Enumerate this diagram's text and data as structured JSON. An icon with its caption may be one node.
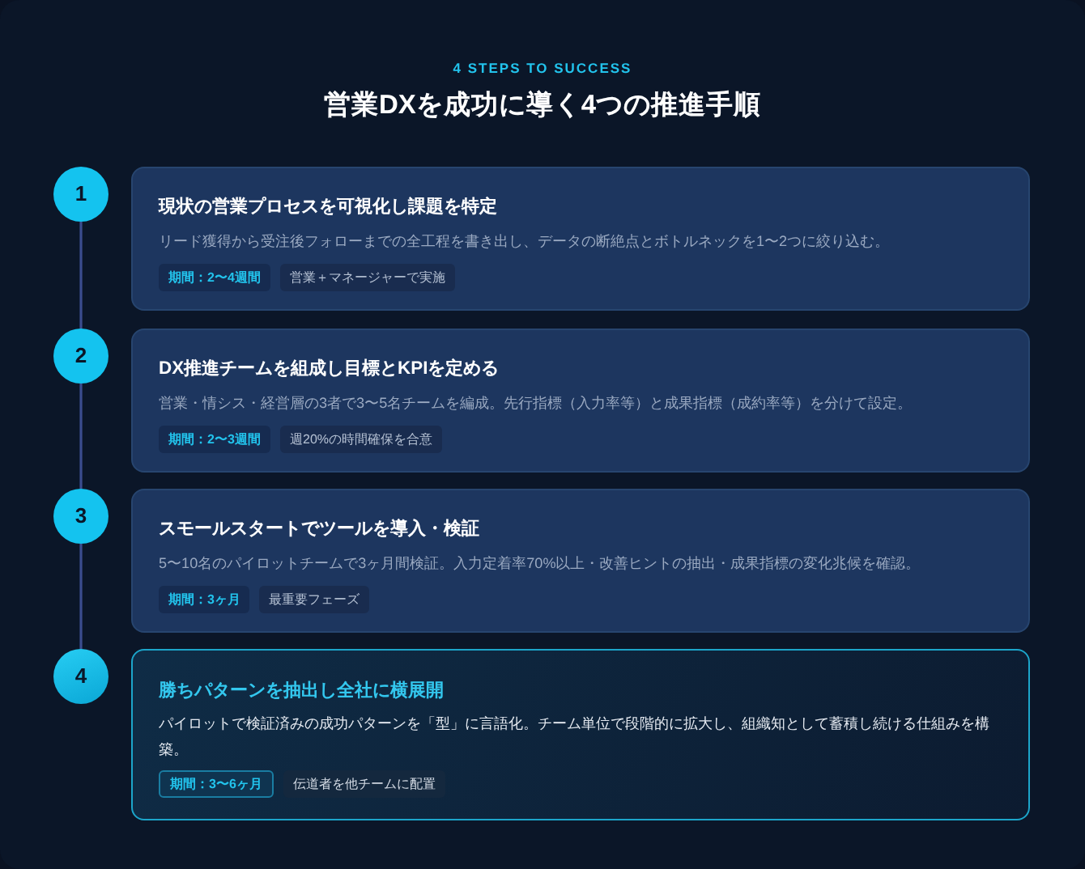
{
  "diagram": {
    "title": "営業DXを成功に導く4つの推進手順",
    "nodes": [
      {
        "text": [
          "1"
        ]
      },
      {
        "text": [
          "現状の営業プロセスを可視化し課題を特定",
          "リード獲得から受注後フォローまでの全工程を書き出し、データの断絶点とボトルネックを1〜2つに絞り込む。"
        ]
      },
      {
        "text": [
          "期間：2〜4週間"
        ],
        "in": 1
      },
      {
        "text": [
          "営業＋マネージャーで実施"
        ],
        "in": 1
      },
      {
        "text": [
          "2"
        ]
      },
      {
        "text": [
          "DX推進チームを組成し目標とKPIを定める",
          "営業・情シス・経営層の3者で3〜5名チームを編成。先行指標（入力率等）と成果指標（成約率等）を分けて設定。"
        ]
      },
      {
        "text": [
          "期間：2〜3週間"
        ],
        "in": 5
      },
      {
        "text": [
          "週20%の時間確保を合意"
        ],
        "in": 5
      },
      {
        "text": [
          "3"
        ]
      },
      {
        "text": [
          "スモールスタートでツールを導入・検証",
          "5〜10名のパイロットチームで3ヶ月間検証。入力定着率70%以上・改善ヒントの抽出・成果指標の変化兆候を確認。"
        ]
      },
      {
        "text": [
          "期間：3ヶ月"
        ],
        "in": 9
      },
      {
        "text": [
          "最重要フェーズ"
        ],
        "in": 9
      },
      {
        "text": [
          "4"
        ]
      },
      {
        "text": [
          "勝ちパターンを抽出し全社に横展開",
          "パイロットで検証済みの成功パターンを「型」に言語化。チーム単位で段階的に拡大し、組織知として蓄積し続ける仕組みを構築。"
        ]
      },
      {
        "text": [
          "期間：3〜6ヶ月"
        ],
        "in": 13
      },
      {
        "text": [
          "伝道者を他チームに配置"
        ],
        "in": 13
      }
    ],
    "edges": [
      {
        "from": 0,
        "to": 4,
        "arrow": "none"
      },
      {
        "from": 4,
        "to": 8,
        "arrow": "none"
      },
      {
        "from": 8,
        "to": 12,
        "arrow": "none"
      }
    ],
    "labels": [
      "4 STEPS TO SUCCESS"
    ]
  }
}
